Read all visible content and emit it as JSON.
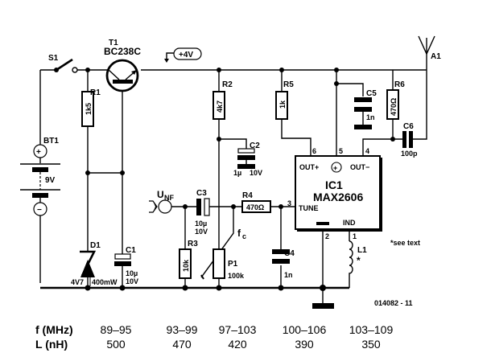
{
  "diagram": {
    "type": "circuit-schematic",
    "drawing_number": "014082 - 11",
    "note": "*see text",
    "supply_rail_label": "+4V",
    "components": {
      "S1": {
        "ref": "S1",
        "type": "switch"
      },
      "BT1": {
        "ref": "BT1",
        "type": "battery",
        "value": "9V",
        "plus": "+",
        "minus": "−"
      },
      "T1": {
        "ref": "T1",
        "type": "npn-transistor",
        "value": "BC238C"
      },
      "R1": {
        "ref": "R1",
        "type": "resistor",
        "value": "1k5"
      },
      "R2": {
        "ref": "R2",
        "type": "resistor",
        "value": "4k7"
      },
      "R3": {
        "ref": "R3",
        "type": "resistor",
        "value": "10k"
      },
      "R4": {
        "ref": "R4",
        "type": "resistor",
        "value": "470Ω"
      },
      "R5": {
        "ref": "R5",
        "type": "resistor",
        "value": "1k"
      },
      "R6": {
        "ref": "R6",
        "type": "resistor",
        "value": "470Ω"
      },
      "D1": {
        "ref": "D1",
        "type": "zener-diode",
        "value1": "4V7",
        "value2": "400mW"
      },
      "C1": {
        "ref": "C1",
        "type": "electrolytic-capacitor",
        "value1": "10µ",
        "value2": "10V"
      },
      "C2": {
        "ref": "C2",
        "type": "electrolytic-capacitor",
        "value1": "1µ",
        "value2": "10V"
      },
      "C3": {
        "ref": "C3",
        "type": "electrolytic-capacitor",
        "value1": "10µ",
        "value2": "10V"
      },
      "C4": {
        "ref": "C4",
        "type": "capacitor",
        "value": "1n"
      },
      "C5": {
        "ref": "C5",
        "type": "capacitor",
        "value": "1n"
      },
      "C6": {
        "ref": "C6",
        "type": "capacitor",
        "value": "100p"
      },
      "P1": {
        "ref": "P1",
        "type": "potentiometer",
        "value": "100k",
        "label": "f",
        "label_sub": "c"
      },
      "L1": {
        "ref": "L1",
        "type": "inductor",
        "mark": "*"
      },
      "A1": {
        "ref": "A1",
        "type": "antenna"
      },
      "UNF": {
        "label": "U",
        "label_sub": "NF",
        "type": "input-connector"
      },
      "IC1": {
        "ref": "IC1",
        "value": "MAX2606",
        "pins": {
          "out_plus": {
            "num": "6",
            "name": "OUT+"
          },
          "vcc": {
            "num": "5",
            "name": "⊕"
          },
          "out_minus": {
            "num": "4",
            "name": "OUT−"
          },
          "tune": {
            "num": "3",
            "name": "TUNE"
          },
          "gnd": {
            "num": "2",
            "name": ""
          },
          "ind": {
            "num": "1",
            "name": "IND"
          }
        }
      }
    }
  },
  "table": {
    "row_headers": [
      "f (MHz)",
      "L (nH)"
    ],
    "columns": [
      {
        "f": "89–95",
        "L": "500"
      },
      {
        "f": "93–99",
        "L": "470"
      },
      {
        "f": "97–103",
        "L": "420"
      },
      {
        "f": "100–106",
        "L": "390"
      },
      {
        "f": "103–109",
        "L": "350"
      }
    ]
  }
}
